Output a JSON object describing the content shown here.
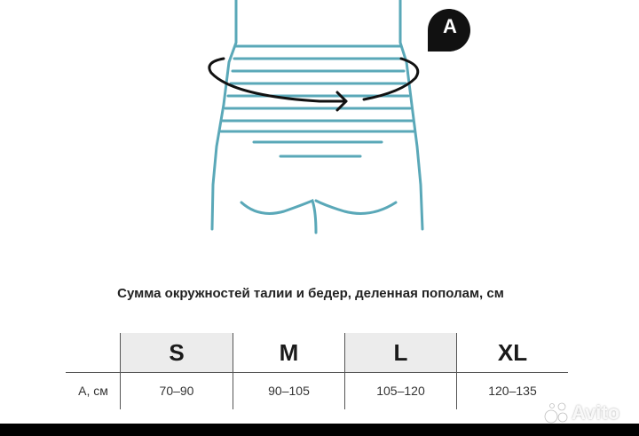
{
  "diagram": {
    "marker_label": "A",
    "colors": {
      "outline": "#5aa8b8",
      "arrow": "#111111",
      "marker": "#111111"
    }
  },
  "caption": "Сумма окружностей талии и бедер, деленная пополам, см",
  "table": {
    "row_label": "А, см",
    "sizes": [
      "S",
      "M",
      "L",
      "XL"
    ],
    "values": [
      "70–90",
      "90–105",
      "105–120",
      "120–135"
    ]
  },
  "watermark": {
    "text": "Avito"
  }
}
